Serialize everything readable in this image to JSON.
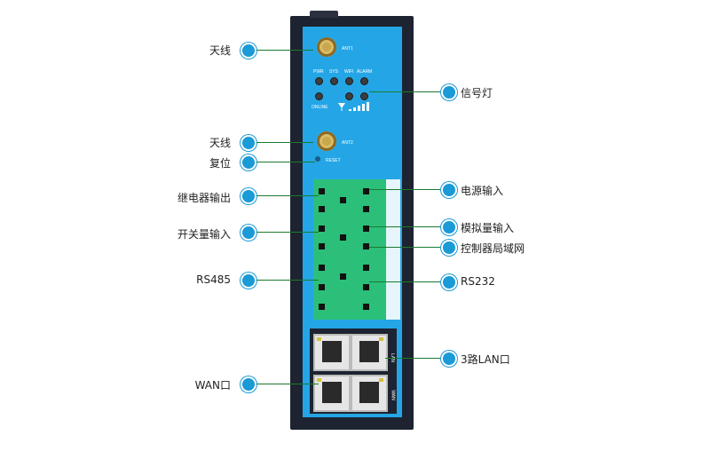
{
  "callouts_left": [
    {
      "id": "antenna-1",
      "text": "天线"
    },
    {
      "id": "antenna-2",
      "text": "天线"
    },
    {
      "id": "reset",
      "text": "复位"
    },
    {
      "id": "relay-output",
      "text": "继电器输出"
    },
    {
      "id": "switch-input",
      "text": "开关量输入"
    },
    {
      "id": "rs485",
      "text": "RS485"
    },
    {
      "id": "wan-port",
      "text": "WAN口"
    }
  ],
  "callouts_right": [
    {
      "id": "signal-lights",
      "text": "信号灯"
    },
    {
      "id": "power-input",
      "text": "电源输入"
    },
    {
      "id": "analog-input",
      "text": "模拟量输入"
    },
    {
      "id": "controller-lan",
      "text": "控制器局域网"
    },
    {
      "id": "rs232",
      "text": "RS232"
    },
    {
      "id": "lan-ports",
      "text": "3路LAN口"
    }
  ],
  "device": {
    "ant1": "ANT1",
    "ant2": "ANT2",
    "reset": "RESET",
    "led_labels": [
      "PWR",
      "SYS",
      "WIFI",
      "ALARM"
    ],
    "online": "ONLINE",
    "lan_label": "LAN",
    "wan_label": "WAN"
  },
  "colors": {
    "accent": "#1a9ad6",
    "line": "#1a7a2f",
    "panel": "#24a6e6",
    "terminal": "#2bbf7a"
  }
}
